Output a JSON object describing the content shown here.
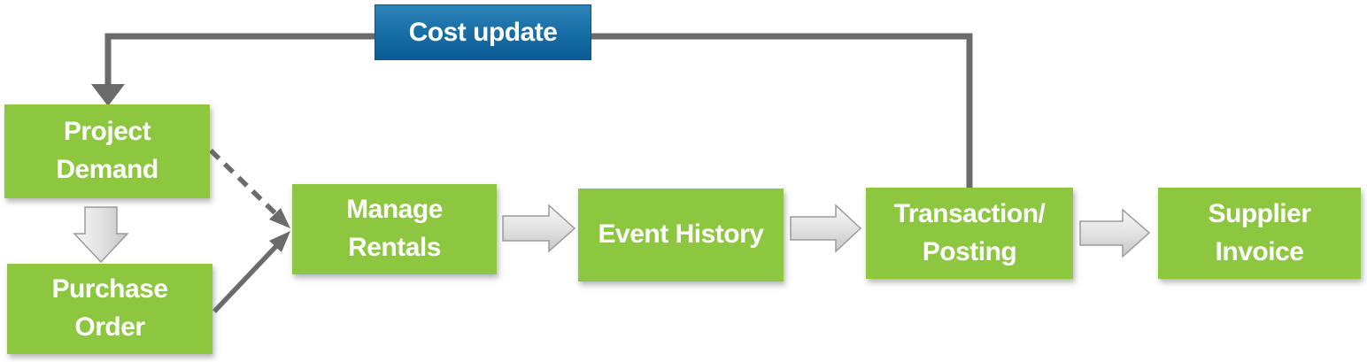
{
  "diagram": {
    "banner": {
      "label": "Cost update"
    },
    "nodes": {
      "project_demand": {
        "label": "Project\nDemand"
      },
      "purchase_order": {
        "label": "Purchase\nOrder"
      },
      "manage_rentals": {
        "label": "Manage\nRentals"
      },
      "event_history": {
        "label": "Event History"
      },
      "transaction_posting": {
        "label": "Transaction/\nPosting"
      },
      "supplier_invoice": {
        "label": "Supplier\nInvoice"
      }
    },
    "edges": [
      {
        "from": "transaction_posting",
        "to": "project_demand",
        "via_label": "Cost update",
        "style": "solid-elbow-arrow"
      },
      {
        "from": "project_demand",
        "to": "purchase_order",
        "style": "block-arrow-down"
      },
      {
        "from": "project_demand",
        "to": "manage_rentals",
        "style": "dashed-arrow"
      },
      {
        "from": "purchase_order",
        "to": "manage_rentals",
        "style": "solid-arrow"
      },
      {
        "from": "manage_rentals",
        "to": "event_history",
        "style": "block-arrow-right"
      },
      {
        "from": "event_history",
        "to": "transaction_posting",
        "style": "block-arrow-right"
      },
      {
        "from": "transaction_posting",
        "to": "supplier_invoice",
        "style": "block-arrow-right"
      }
    ],
    "colors": {
      "node_fill": "#8dc63f",
      "node_text": "#ffffff",
      "banner_gradient_top": "#2e83b7",
      "banner_gradient_bottom": "#0c5c95",
      "connector_gray": "#6b6b6b",
      "block_arrow_fill_light": "#f5f5f5",
      "block_arrow_fill_dark": "#c6c6c6",
      "block_arrow_stroke": "#9b9b9b"
    }
  }
}
